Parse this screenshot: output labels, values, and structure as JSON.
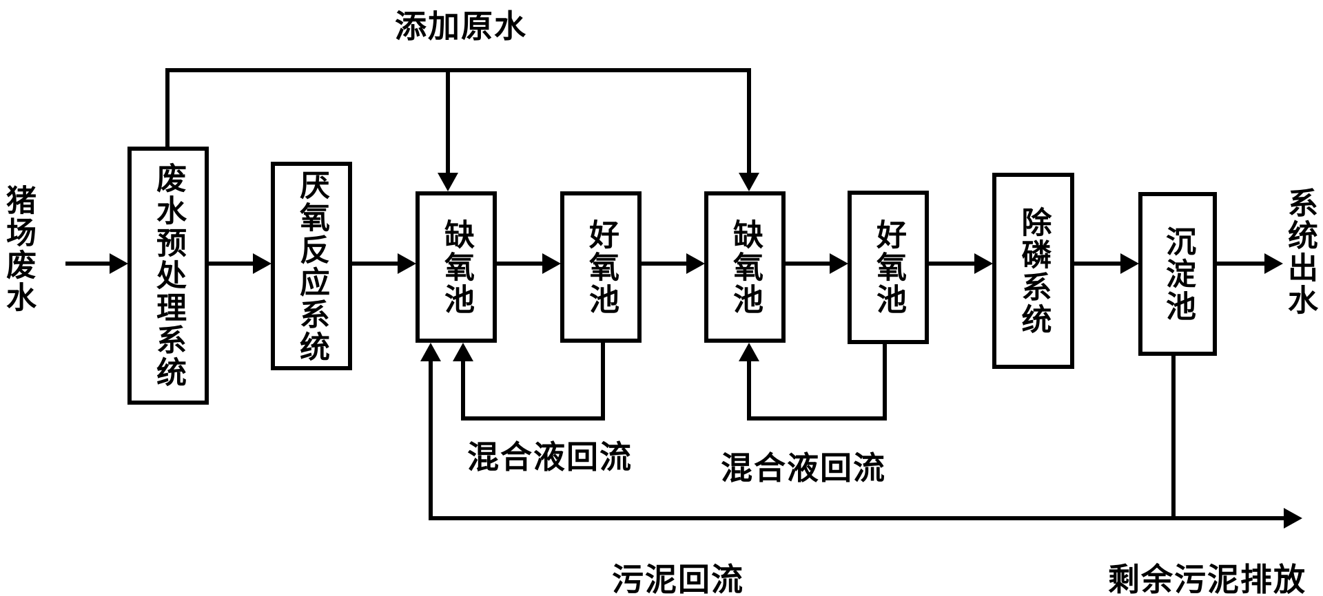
{
  "diagram": {
    "background": "#ffffff",
    "line_color": "#000000",
    "source_label": "猪场废水",
    "output_label": "系统出水",
    "top_label": "添加原水",
    "boxes": [
      {
        "id": "pretreatment",
        "label": "废水预处理系统"
      },
      {
        "id": "anaerobic",
        "label": "厌氧反应系统"
      },
      {
        "id": "anoxic-1",
        "label": "缺氧池"
      },
      {
        "id": "aerobic-1",
        "label": "好氧池"
      },
      {
        "id": "anoxic-2",
        "label": "缺氧池"
      },
      {
        "id": "aerobic-2",
        "label": "好氧池"
      },
      {
        "id": "phosphorus-removal",
        "label": "除磷系统"
      },
      {
        "id": "sedimentation",
        "label": "沉淀池"
      }
    ],
    "flow_labels": {
      "mixed_liquor_reflux_1": "混合液回流",
      "mixed_liquor_reflux_2": "混合液回流",
      "sludge_return": "污泥回流",
      "excess_sludge_discharge": "剩余污泥排放"
    }
  }
}
